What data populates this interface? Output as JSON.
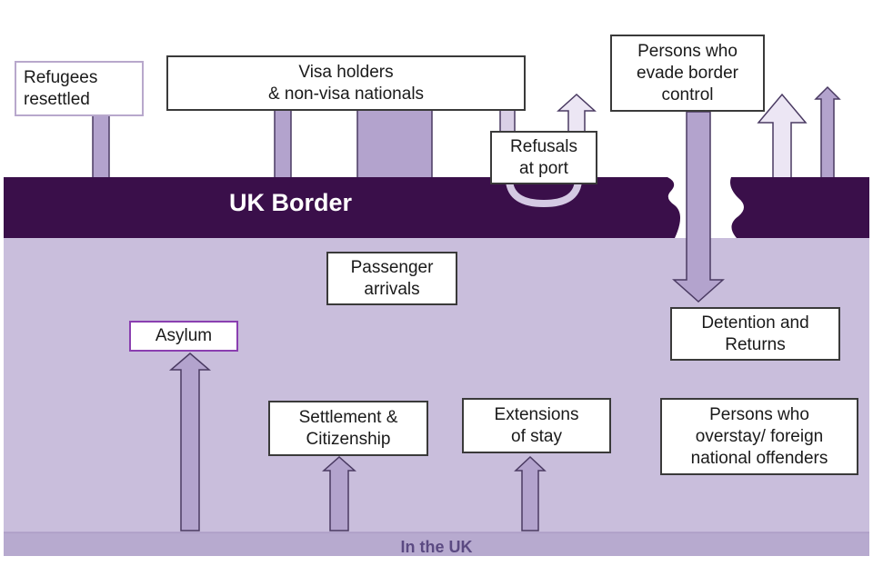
{
  "diagram": {
    "border_label": "UK Border",
    "uk_label": "In the UK",
    "colors": {
      "border_band": "#3a0f4a",
      "uk_area": "#c9bedc",
      "uk_strip": "#b7aacf",
      "arrow_fill": "#b3a3cd",
      "arrow_light": "#ece6f4",
      "arrow_stroke": "#4a3a62",
      "box_border": "#3a3a3a",
      "asylum_border": "#8a3fb0"
    },
    "boxes": {
      "refugees": "Refugees\nresettled",
      "visa": "Visa holders\n& non-visa nationals",
      "refusals": "Refusals\nat port",
      "evade": "Persons who\nevade border\ncontrol",
      "passenger": "Passenger\narrivals",
      "asylum": "Asylum",
      "detention": "Detention and\nReturns",
      "settlement": "Settlement &\nCitizenship",
      "extensions": "Extensions\nof stay",
      "overstay": "Persons who\noverstay/ foreign\nnational offenders"
    }
  }
}
